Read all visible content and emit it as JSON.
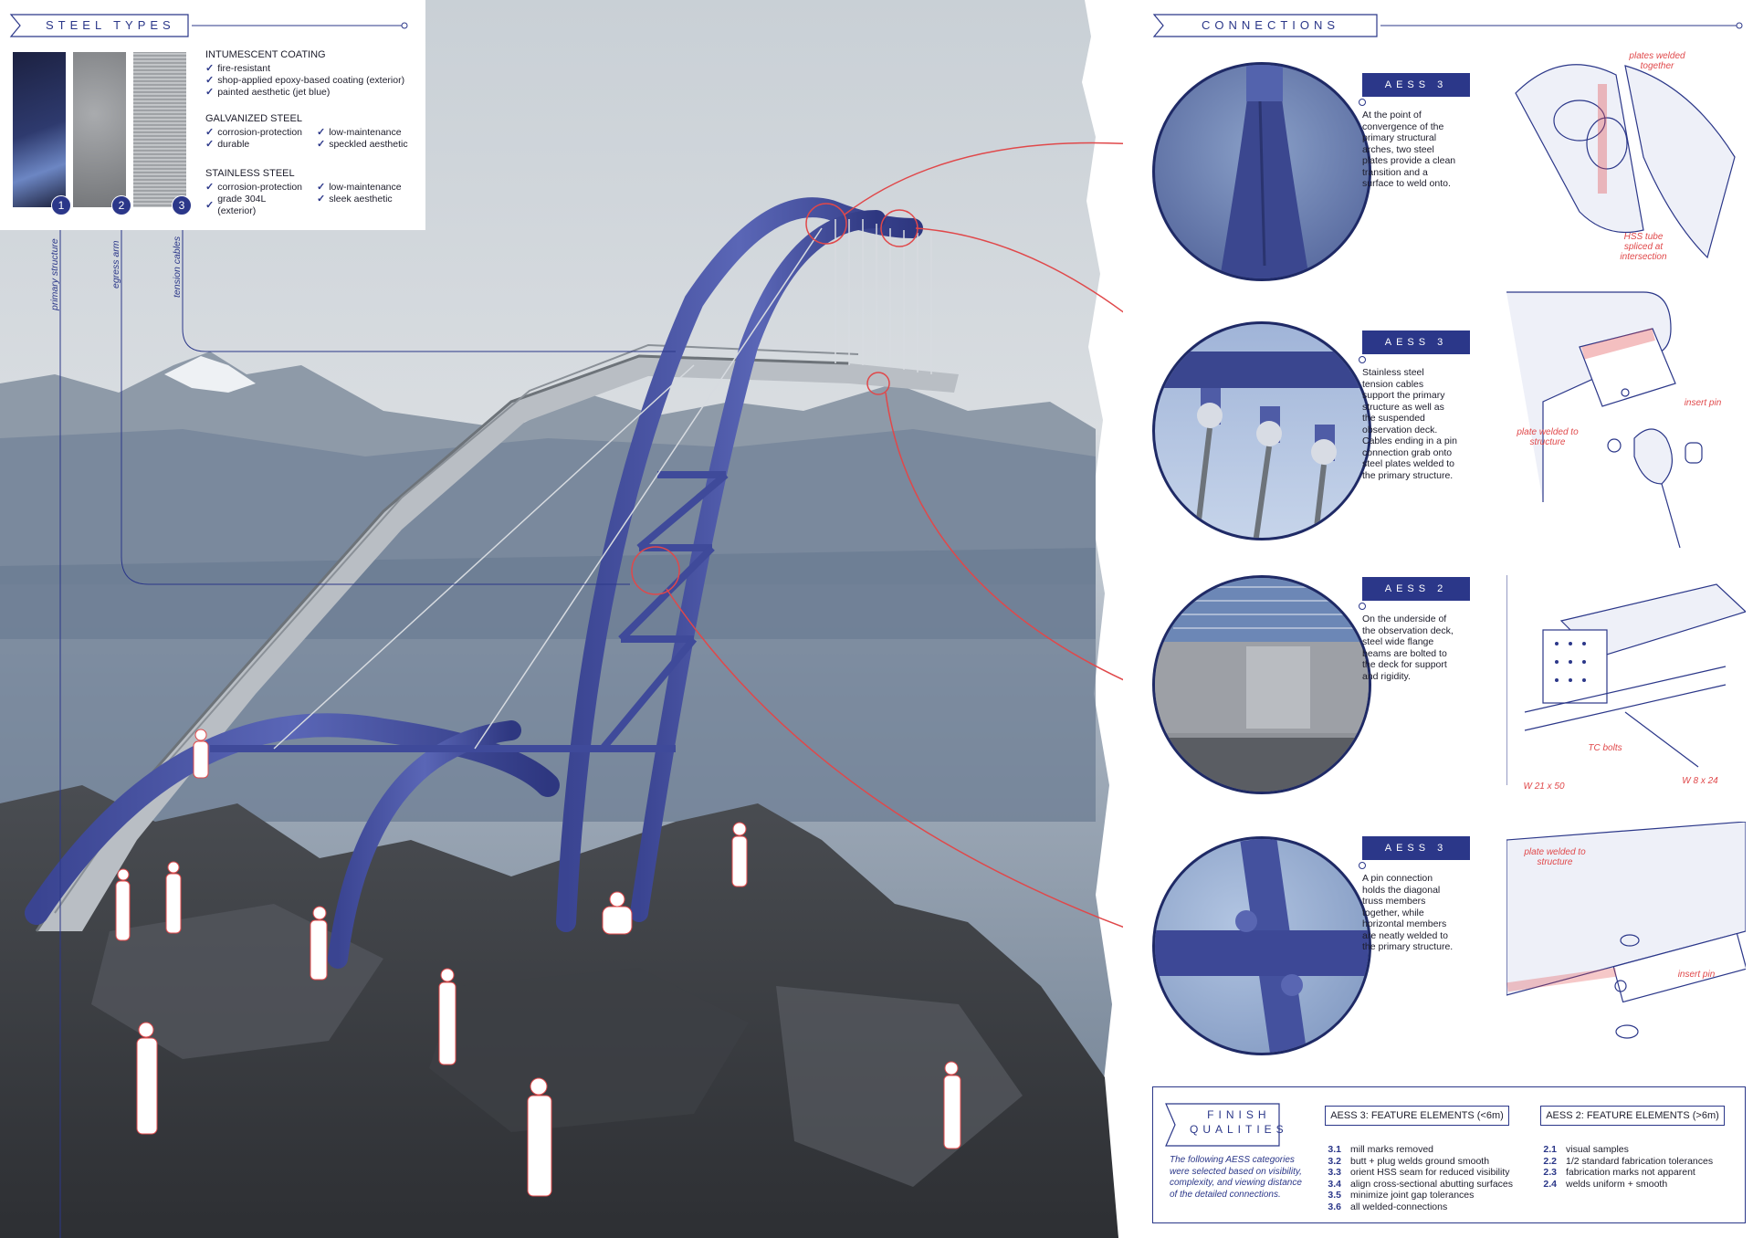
{
  "steel_types": {
    "title": "STEEL TYPES",
    "numbers": [
      "1",
      "2",
      "3"
    ],
    "vertical_labels": [
      "primary structure",
      "egress arm",
      "tension cables"
    ],
    "intumescent": {
      "heading": "INTUMESCENT COATING",
      "items": [
        "fire-resistant",
        "shop-applied epoxy-based coating (exterior)",
        "painted aesthetic (jet blue)"
      ]
    },
    "galvanized": {
      "heading": "GALVANIZED STEEL",
      "left": [
        "corrosion-protection",
        "durable"
      ],
      "right": [
        "low-maintenance",
        "speckled aesthetic"
      ]
    },
    "stainless": {
      "heading": "STAINLESS STEEL",
      "left": [
        "corrosion-protection",
        "grade 304L (exterior)"
      ],
      "right": [
        "low-maintenance",
        "sleek aesthetic"
      ]
    }
  },
  "connections": {
    "title": "CONNECTIONS",
    "items": [
      {
        "tag": "AESS 3",
        "text": "At the point of convergence of the primary structural arches, two steel plates provide a clean transition and a surface to weld onto.",
        "labels": [
          "plates welded together",
          "HSS tube spliced at intersection"
        ]
      },
      {
        "tag": "AESS 3",
        "text": "Stainless steel tension cables support the primary structure as well as the suspended observation deck. Cables ending in a pin connection grab onto steel plates welded to the primary structure.",
        "labels": [
          "plate welded to structure",
          "insert pin"
        ]
      },
      {
        "tag": "AESS 2",
        "text": "On the underside of the observation deck, steel wide flange beams are bolted to the deck for support and rigidity.",
        "labels": [
          "TC bolts",
          "W 21 x 50",
          "W 8 x 24"
        ]
      },
      {
        "tag": "AESS 3",
        "text": "A pin connection holds the diagonal truss members together, while horizontal members are neatly welded to the primary structure.",
        "labels": [
          "plate welded to structure",
          "insert pin"
        ]
      }
    ]
  },
  "finish": {
    "title_line1": "FINISH",
    "title_line2": "QUALITIES",
    "intro": "The following AESS categories were selected based on visibility, complexity, and viewing distance of the detailed connections.",
    "aess3": {
      "heading": "AESS 3: FEATURE ELEMENTS (<6m)",
      "rows": [
        {
          "n": "3.1",
          "t": "mill marks removed"
        },
        {
          "n": "3.2",
          "t": "butt + plug welds ground smooth"
        },
        {
          "n": "3.3",
          "t": "orient HSS seam for reduced visibility"
        },
        {
          "n": "3.4",
          "t": "align cross-sectional abutting surfaces"
        },
        {
          "n": "3.5",
          "t": "minimize joint gap tolerances"
        },
        {
          "n": "3.6",
          "t": "all welded-connections"
        }
      ]
    },
    "aess2": {
      "heading": "AESS 2: FEATURE ELEMENTS (>6m)",
      "rows": [
        {
          "n": "2.1",
          "t": "visual samples"
        },
        {
          "n": "2.2",
          "t": "1/2 standard fabrication tolerances"
        },
        {
          "n": "2.3",
          "t": "fabrication marks not apparent"
        },
        {
          "n": "2.4",
          "t": "welds uniform + smooth"
        }
      ]
    }
  },
  "colors": {
    "navy": "#2b3789",
    "red": "#e0484a",
    "steel_blue": "#4b56a8"
  }
}
